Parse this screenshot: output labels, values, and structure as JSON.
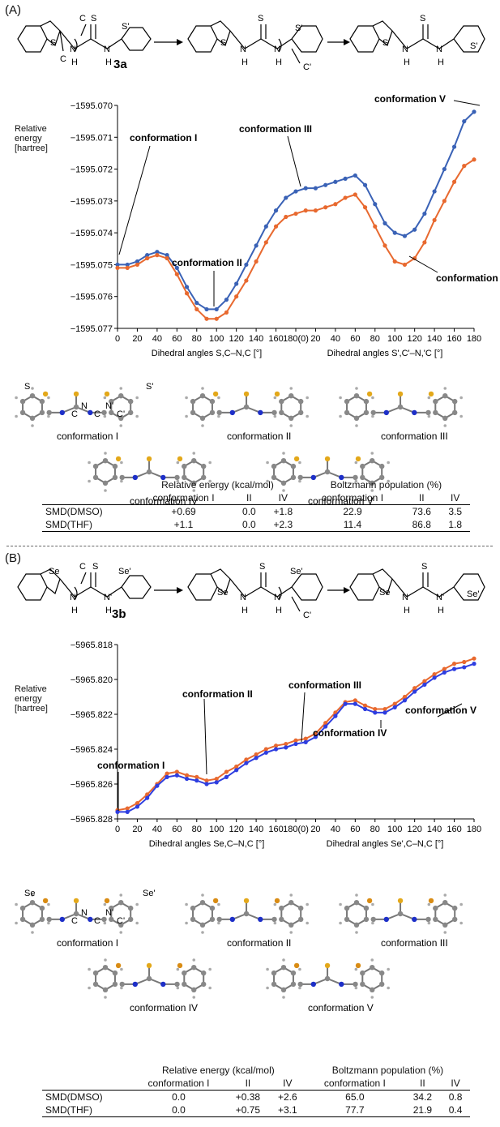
{
  "panels": [
    {
      "label": "(A)",
      "compound": "3a",
      "hetero": "S",
      "hetero_prime": "S'",
      "atom_C": "C",
      "atom_Cp": "C'",
      "atom_N": "N",
      "atom_Np": "N'",
      "atom_H": "H",
      "ylabel": [
        "Relative",
        "energy",
        "[hartree]"
      ],
      "xlabel_left": "Dihedral angles S,C–N,C [°]",
      "xlabel_right": "Dihedral angles S',C'–N,'C [°]",
      "annotations": [
        "conformation I",
        "conformation II",
        "conformation III",
        "conformation IV",
        "conformation V"
      ],
      "structures": [
        "conformation I",
        "conformation II",
        "conformation III",
        "conformation IV",
        "conformation V"
      ],
      "table": {
        "group1": "Relative energy (kcal/mol)",
        "group2": "Boltzmann population (%)",
        "cols": [
          "conformation I",
          "II",
          "IV",
          "conformation I",
          "II",
          "IV"
        ],
        "rows": [
          {
            "name": "SMD(DMSO)",
            "values": [
              "+0.69",
              "0.0",
              "+1.8",
              "22.9",
              "73.6",
              "3.5"
            ]
          },
          {
            "name": "SMD(THF)",
            "values": [
              "+1.1",
              "0.0",
              "+2.3",
              "11.4",
              "86.8",
              "1.8"
            ]
          }
        ]
      }
    },
    {
      "label": "(B)",
      "compound": "3b",
      "hetero": "Se",
      "hetero_prime": "Se'",
      "atom_C": "C",
      "atom_Cp": "C'",
      "atom_N": "N",
      "atom_Np": "N'",
      "atom_H": "H",
      "ylabel": [
        "Relative",
        "energy",
        "[hartree]"
      ],
      "xlabel_left": "Dihedral angles Se,C–N,C [°]",
      "xlabel_right": "Dihedral angles Se',C–N,C [°]",
      "annotations": [
        "conformation I",
        "conformation II",
        "conformation III",
        "conformation IV",
        "conformation V"
      ],
      "structures": [
        "conformation I",
        "conformation II",
        "conformation III",
        "conformation IV",
        "conformation V"
      ],
      "table": {
        "group1": "Relative energy (kcal/mol)",
        "group2": "Boltzmann population (%)",
        "cols": [
          "conformation I",
          "II",
          "IV",
          "conformation I",
          "II",
          "IV"
        ],
        "rows": [
          {
            "name": "SMD(DMSO)",
            "values": [
              "0.0",
              "+0.38",
              "+2.6",
              "65.0",
              "34.2",
              "0.8"
            ]
          },
          {
            "name": "SMD(THF)",
            "values": [
              "0.0",
              "+0.75",
              "+3.1",
              "77.7",
              "21.9",
              "0.4"
            ]
          }
        ]
      }
    }
  ],
  "chart_data": [
    {
      "type": "line",
      "ylim": [
        -1595.077,
        -1595.07
      ],
      "yticks": [
        "−1595.070",
        "−1595.071",
        "−1595.072",
        "−1595.073",
        "−1595.074",
        "−1595.075",
        "−1595.076",
        "−1595.077"
      ],
      "xticks": [
        "0",
        "20",
        "40",
        "60",
        "80",
        "100",
        "120",
        "140",
        "160",
        "180(0)",
        "20",
        "40",
        "60",
        "80",
        "100",
        "120",
        "140",
        "160",
        "180"
      ],
      "x": [
        0,
        10,
        20,
        30,
        40,
        50,
        60,
        70,
        80,
        90,
        100,
        110,
        120,
        130,
        140,
        150,
        160,
        170,
        180,
        190,
        200,
        210,
        220,
        230,
        240,
        250,
        260,
        270,
        280,
        290,
        300,
        310,
        320,
        330,
        340,
        350,
        360
      ],
      "series": [
        {
          "color": "#3a62b6",
          "values": [
            -1595.075,
            -1595.075,
            -1595.0749,
            -1595.0747,
            -1595.0746,
            -1595.0747,
            -1595.0751,
            -1595.0757,
            -1595.0762,
            -1595.0764,
            -1595.0764,
            -1595.0761,
            -1595.0756,
            -1595.075,
            -1595.0744,
            -1595.0738,
            -1595.0733,
            -1595.0729,
            -1595.0727,
            -1595.0726,
            -1595.0726,
            -1595.0725,
            -1595.0724,
            -1595.0723,
            -1595.0722,
            -1595.0725,
            -1595.0731,
            -1595.0737,
            -1595.074,
            -1595.0741,
            -1595.0739,
            -1595.0734,
            -1595.0727,
            -1595.072,
            -1595.0713,
            -1595.0705,
            -1595.0702
          ]
        },
        {
          "color": "#e8692f",
          "values": [
            -1595.0751,
            -1595.0751,
            -1595.075,
            -1595.0748,
            -1595.0747,
            -1595.0748,
            -1595.0753,
            -1595.0759,
            -1595.0764,
            -1595.0767,
            -1595.0767,
            -1595.0765,
            -1595.076,
            -1595.0755,
            -1595.0749,
            -1595.0743,
            -1595.0738,
            -1595.0735,
            -1595.0734,
            -1595.0733,
            -1595.0733,
            -1595.0732,
            -1595.0731,
            -1595.0729,
            -1595.0728,
            -1595.0732,
            -1595.0738,
            -1595.0744,
            -1595.0749,
            -1595.075,
            -1595.0748,
            -1595.0743,
            -1595.0736,
            -1595.073,
            -1595.0724,
            -1595.0719,
            -1595.0717
          ]
        }
      ]
    },
    {
      "type": "line",
      "ylim": [
        -5965.828,
        -5965.818
      ],
      "yticks": [
        "−5965.818",
        "−5965.820",
        "−5965.822",
        "−5965.824",
        "−5965.826",
        "−5965.828"
      ],
      "xticks": [
        "0",
        "20",
        "40",
        "60",
        "80",
        "100",
        "120",
        "140",
        "160",
        "180(0)",
        "20",
        "40",
        "60",
        "80",
        "100",
        "120",
        "140",
        "160",
        "180"
      ],
      "x": [
        0,
        10,
        20,
        30,
        40,
        50,
        60,
        70,
        80,
        90,
        100,
        110,
        120,
        130,
        140,
        150,
        160,
        170,
        180,
        190,
        200,
        210,
        220,
        230,
        240,
        250,
        260,
        270,
        280,
        290,
        300,
        310,
        320,
        330,
        340,
        350,
        360
      ],
      "series": [
        {
          "color": "#e8692f",
          "values": [
            -5965.8275,
            -5965.8274,
            -5965.8271,
            -5965.8266,
            -5965.826,
            -5965.8254,
            -5965.8253,
            -5965.8255,
            -5965.8256,
            -5965.8258,
            -5965.8257,
            -5965.8253,
            -5965.825,
            -5965.8246,
            -5965.8243,
            -5965.824,
            -5965.8238,
            -5965.8237,
            -5965.8235,
            -5965.8234,
            -5965.8231,
            -5965.8225,
            -5965.8219,
            -5965.8213,
            -5965.8212,
            -5965.8215,
            -5965.8217,
            -5965.8217,
            -5965.8214,
            -5965.821,
            -5965.8205,
            -5965.8201,
            -5965.8197,
            -5965.8194,
            -5965.8191,
            -5965.819,
            -5965.8188
          ]
        },
        {
          "color": "#2e3ee0",
          "values": [
            -5965.8276,
            -5965.8276,
            -5965.8273,
            -5965.8268,
            -5965.8261,
            -5965.8256,
            -5965.8255,
            -5965.8257,
            -5965.8258,
            -5965.826,
            -5965.8259,
            -5965.8256,
            -5965.8252,
            -5965.8248,
            -5965.8245,
            -5965.8242,
            -5965.824,
            -5965.8239,
            -5965.8237,
            -5965.8236,
            -5965.8233,
            -5965.8227,
            -5965.8221,
            -5965.8214,
            -5965.8214,
            -5965.8217,
            -5965.8219,
            -5965.8219,
            -5965.8216,
            -5965.8212,
            -5965.8207,
            -5965.8203,
            -5965.8199,
            -5965.8196,
            -5965.8194,
            -5965.8193,
            -5965.8191
          ]
        }
      ]
    }
  ]
}
